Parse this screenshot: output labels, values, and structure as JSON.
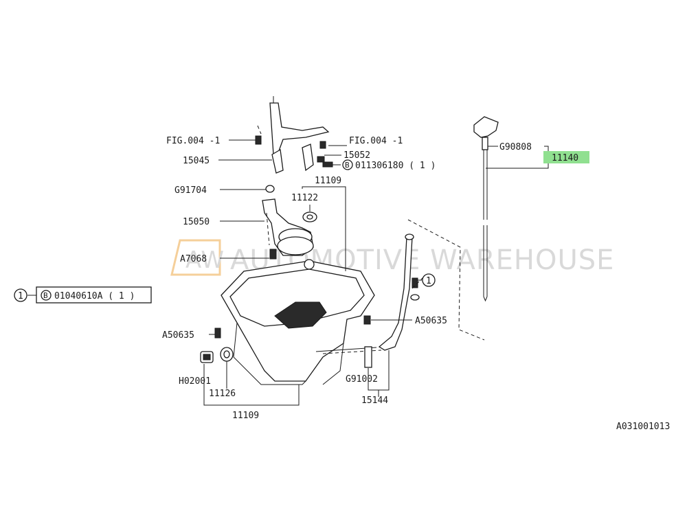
{
  "diagram_id": "A031001013",
  "watermark": {
    "logo": "AW",
    "text": "AUTOMOTIVE WAREHOUSE"
  },
  "highlight_color": "#90e090",
  "callouts": {
    "fig_left": "FIG.004 -1",
    "fig_right": "FIG.004 -1",
    "p15045": "15045",
    "p15052": "15052",
    "bolt_top_code": "011306180 ( 1 )",
    "p11109_top": "11109",
    "g91704": "G91704",
    "p11122": "11122",
    "p15050": "15050",
    "a7068": "A7068",
    "left_ref_num": "1",
    "left_ref_code": "01040610A ( 1 )",
    "a50635_left": "A50635",
    "a50635_right": "A50635",
    "h02001": "H02001",
    "p11126": "11126",
    "p11109_bottom": "11109",
    "g91002": "G91002",
    "p15144": "15144",
    "g90808": "G90808",
    "p11140": "11140",
    "circle_ref_right": "1",
    "circle_b": "B"
  }
}
